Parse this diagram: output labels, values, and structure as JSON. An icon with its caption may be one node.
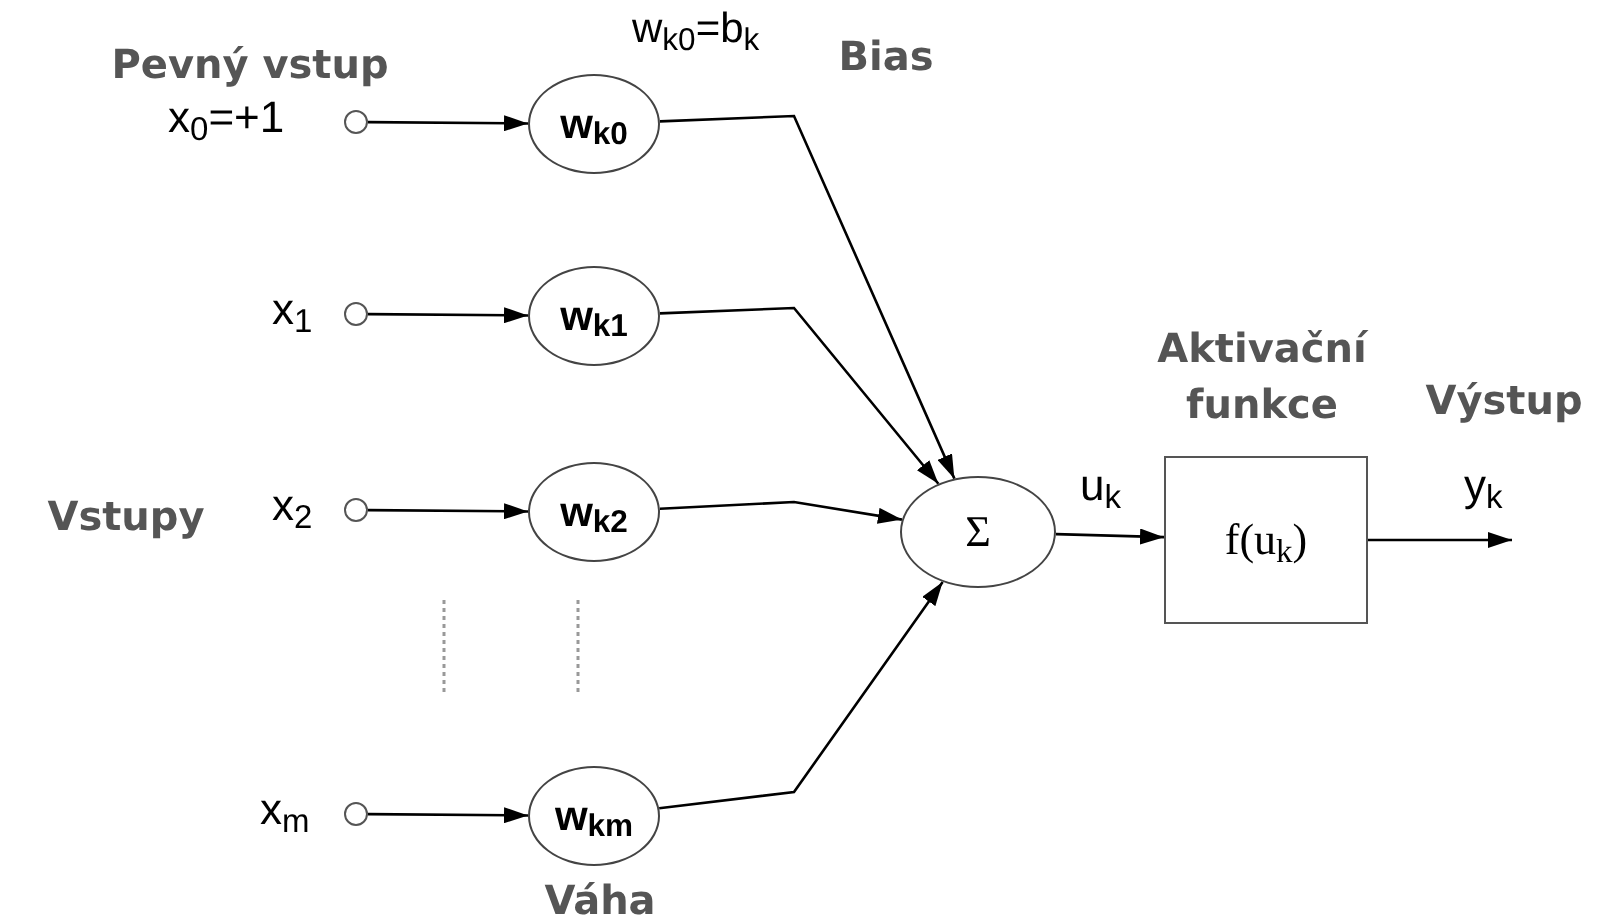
{
  "diagram": {
    "nodes": [
      {
        "text": [],
        "shape": "circle",
        "beside": [
          "x$_{0}$=+1"
        ]
      },
      {
        "text": [],
        "shape": "circle",
        "beside": [
          "x$_{1}$"
        ]
      },
      {
        "text": [],
        "shape": "circle",
        "beside": [
          "x$_{2}$"
        ]
      },
      {
        "text": [],
        "shape": "circle",
        "beside": [
          "x$_{m}$"
        ]
      },
      {
        "text": [
          "w$_{k0}$"
        ]
      },
      {
        "text": [
          "w$_{k1}$"
        ]
      },
      {
        "text": [
          "w$_{k2}$"
        ]
      },
      {
        "text": [
          "w$_{km}$"
        ]
      },
      {
        "text": [
          "Σ"
        ]
      },
      {
        "text": [
          "f(u$_{k}$)"
        ]
      }
    ],
    "edges": [
      {
        "from": 0,
        "to": 4,
        "arrow": "to"
      },
      {
        "from": 1,
        "to": 5,
        "arrow": "to"
      },
      {
        "from": 2,
        "to": 6,
        "arrow": "to"
      },
      {
        "from": 3,
        "to": 7,
        "arrow": "to"
      },
      {
        "from": 4,
        "to": 8,
        "arrow": "to"
      },
      {
        "from": 5,
        "to": 8,
        "arrow": "to"
      },
      {
        "from": 6,
        "to": 8,
        "arrow": "to"
      },
      {
        "from": 7,
        "to": 8,
        "arrow": "to"
      },
      {
        "from": 8,
        "to": 9,
        "arrow": "to",
        "label": "u$_{k}$"
      },
      {
        "from": 9,
        "to": null,
        "arrow": "to",
        "label": "y$_{k}$"
      }
    ],
    "labels": [
      "Pevný vstup",
      "w$_{k0}$=b$_{k}$",
      "Bias",
      "Vstupy",
      "Aktivační funkce",
      "Výstup",
      "Váha"
    ]
  }
}
